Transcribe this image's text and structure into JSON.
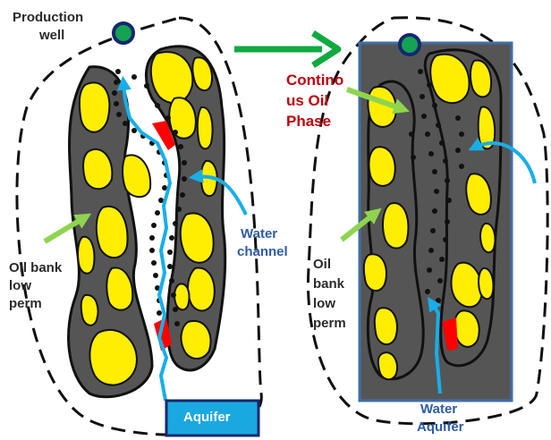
{
  "labels": {
    "production_well": [
      "Production",
      "well"
    ],
    "water_channel": [
      "Water",
      "channel"
    ],
    "oil_bank_left": [
      "Oil bank",
      "low",
      "perm"
    ],
    "continuous_oil": [
      "Contino",
      "us Oil",
      "Phase"
    ],
    "oil_bank_right": [
      "Oil",
      "bank",
      "low",
      "perm"
    ],
    "water_right": "Water",
    "aquifer_left": "Aquifer",
    "aquifer_right": "Aquifer"
  },
  "colors": {
    "grain": "#ffee00",
    "rock_matrix": "#555555",
    "water_path": "#19aee8",
    "red_marker": "#ff0000",
    "arrow_green": "#10aa40",
    "arrow_light_green": "#8fd44f",
    "aquifer_box": "#1aa8e0",
    "well_fill": "#13a353",
    "well_ring": "#17276e",
    "reservoir_frame": "#3f6ea8"
  },
  "icons": {
    "production_well": "well-circle-icon",
    "flow_arrow": "green-arrow-icon"
  }
}
